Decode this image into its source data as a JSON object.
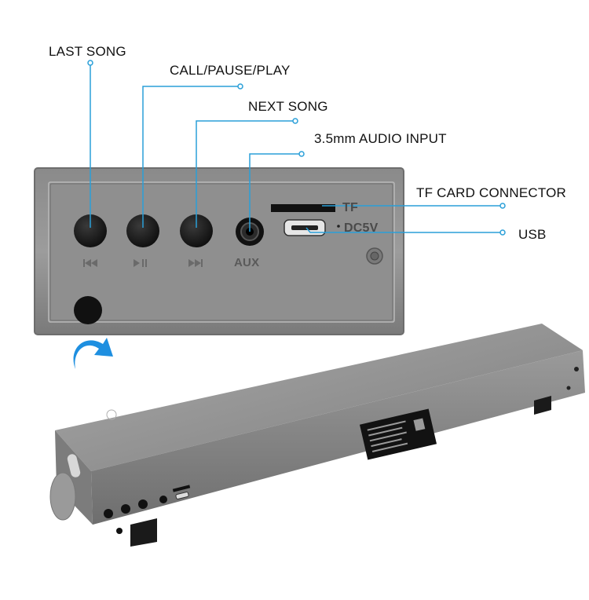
{
  "callouts": {
    "last_song": "LAST SONG",
    "call_pause_play": "CALL/PAUSE/PLAY",
    "next_song": "NEXT SONG",
    "audio_input": "3.5mm AUDIO INPUT",
    "tf_card": "TF CARD CONNECTOR",
    "usb": "USB"
  },
  "panel_markings": {
    "aux": "AUX",
    "tf": "TF",
    "dc5v": "DC5V"
  },
  "colors": {
    "callout_line": "#2a9fd8",
    "arrow": "#1e8fe0",
    "body_metal": "#8e8e8e"
  }
}
